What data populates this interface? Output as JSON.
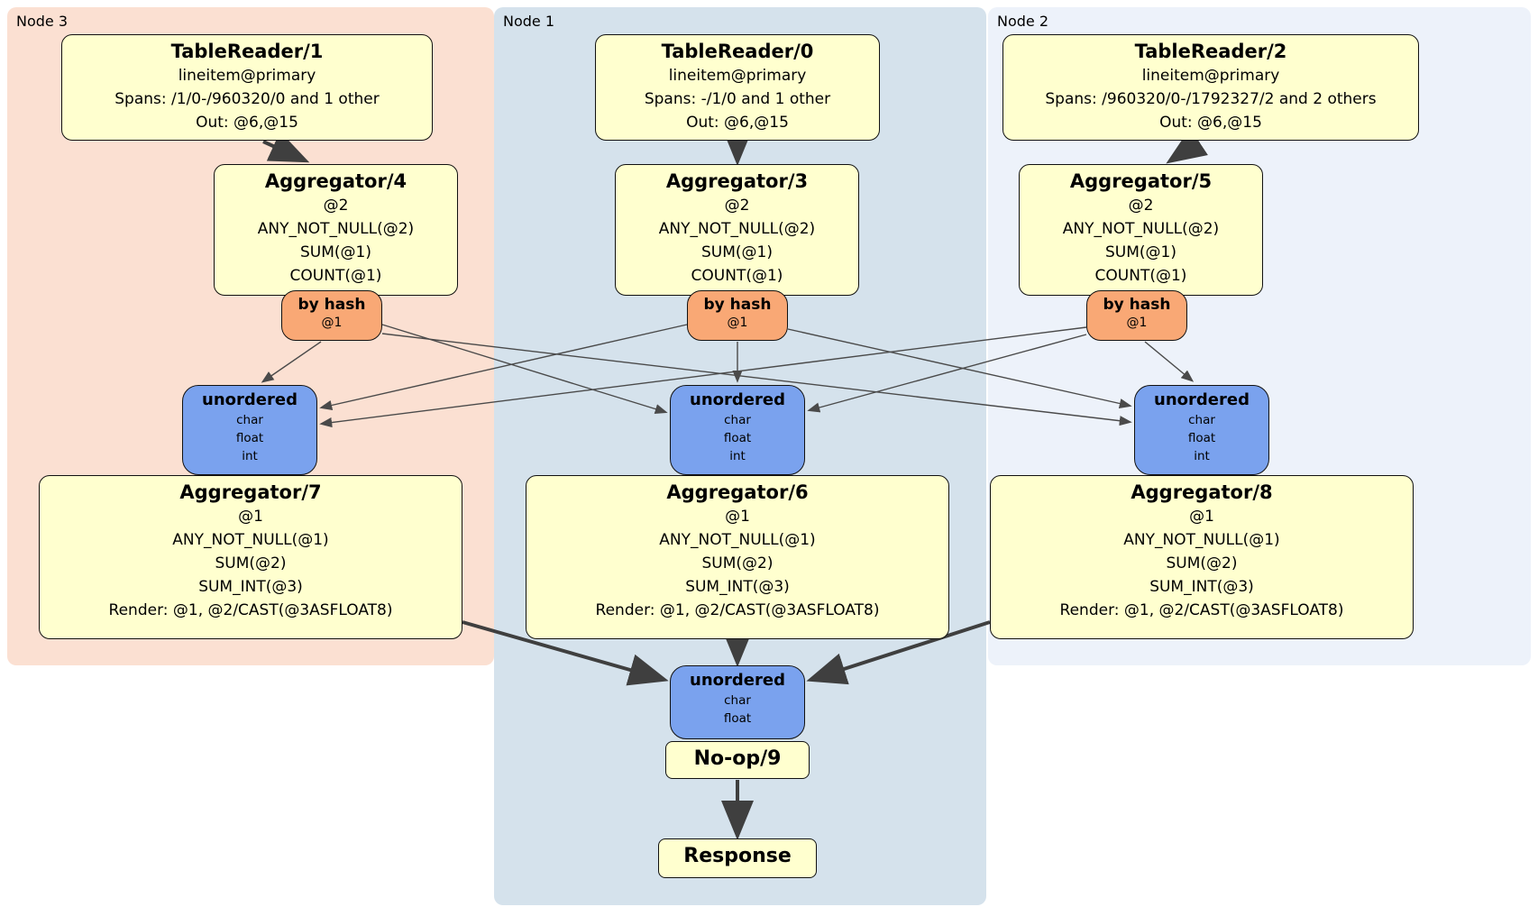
{
  "regions": {
    "node3": {
      "label": "Node 3",
      "color": "#fbe0d2"
    },
    "node1": {
      "label": "Node 1",
      "color": "#d5e2ec"
    },
    "node2": {
      "label": "Node 2",
      "color": "#edf2fa"
    }
  },
  "colors": {
    "processor_fill": "#ffffcf",
    "hash_router_fill": "#f9a875",
    "unordered_sync_fill": "#7aa2ee",
    "edge": "#3f3f3f",
    "border": "#111111"
  },
  "nodes": {
    "tr1": {
      "title": "TableReader/1",
      "lines": [
        "lineitem@primary",
        "Spans: /1/0-/960320/0 and 1 other",
        "Out: @6,@15"
      ]
    },
    "tr0": {
      "title": "TableReader/0",
      "lines": [
        "lineitem@primary",
        "Spans: -/1/0 and 1 other",
        "Out: @6,@15"
      ]
    },
    "tr2": {
      "title": "TableReader/2",
      "lines": [
        "lineitem@primary",
        "Spans: /960320/0-/1792327/2 and 2 others",
        "Out: @6,@15"
      ]
    },
    "agg4": {
      "title": "Aggregator/4",
      "lines": [
        "@2",
        "ANY_NOT_NULL(@2)",
        "SUM(@1)",
        "COUNT(@1)"
      ]
    },
    "agg3": {
      "title": "Aggregator/3",
      "lines": [
        "@2",
        "ANY_NOT_NULL(@2)",
        "SUM(@1)",
        "COUNT(@1)"
      ]
    },
    "agg5": {
      "title": "Aggregator/5",
      "lines": [
        "@2",
        "ANY_NOT_NULL(@2)",
        "SUM(@1)",
        "COUNT(@1)"
      ]
    },
    "hash3": {
      "title": "by hash",
      "lines": [
        "@1"
      ]
    },
    "hash1": {
      "title": "by hash",
      "lines": [
        "@1"
      ]
    },
    "hash2": {
      "title": "by hash",
      "lines": [
        "@1"
      ]
    },
    "unord3": {
      "title": "unordered",
      "lines": [
        "char",
        "float",
        "int"
      ]
    },
    "unord1": {
      "title": "unordered",
      "lines": [
        "char",
        "float",
        "int"
      ]
    },
    "unord2": {
      "title": "unordered",
      "lines": [
        "char",
        "float",
        "int"
      ]
    },
    "agg7": {
      "title": "Aggregator/7",
      "lines": [
        "@1",
        "ANY_NOT_NULL(@1)",
        "SUM(@2)",
        "SUM_INT(@3)",
        "Render: @1, @2/CAST(@3ASFLOAT8)"
      ]
    },
    "agg6": {
      "title": "Aggregator/6",
      "lines": [
        "@1",
        "ANY_NOT_NULL(@1)",
        "SUM(@2)",
        "SUM_INT(@3)",
        "Render: @1, @2/CAST(@3ASFLOAT8)"
      ]
    },
    "agg8": {
      "title": "Aggregator/8",
      "lines": [
        "@1",
        "ANY_NOT_NULL(@1)",
        "SUM(@2)",
        "SUM_INT(@3)",
        "Render: @1, @2/CAST(@3ASFLOAT8)"
      ]
    },
    "unordFinal": {
      "title": "unordered",
      "lines": [
        "char",
        "float"
      ]
    },
    "noop": {
      "title": "No-op/9"
    },
    "response": {
      "title": "Response"
    }
  }
}
